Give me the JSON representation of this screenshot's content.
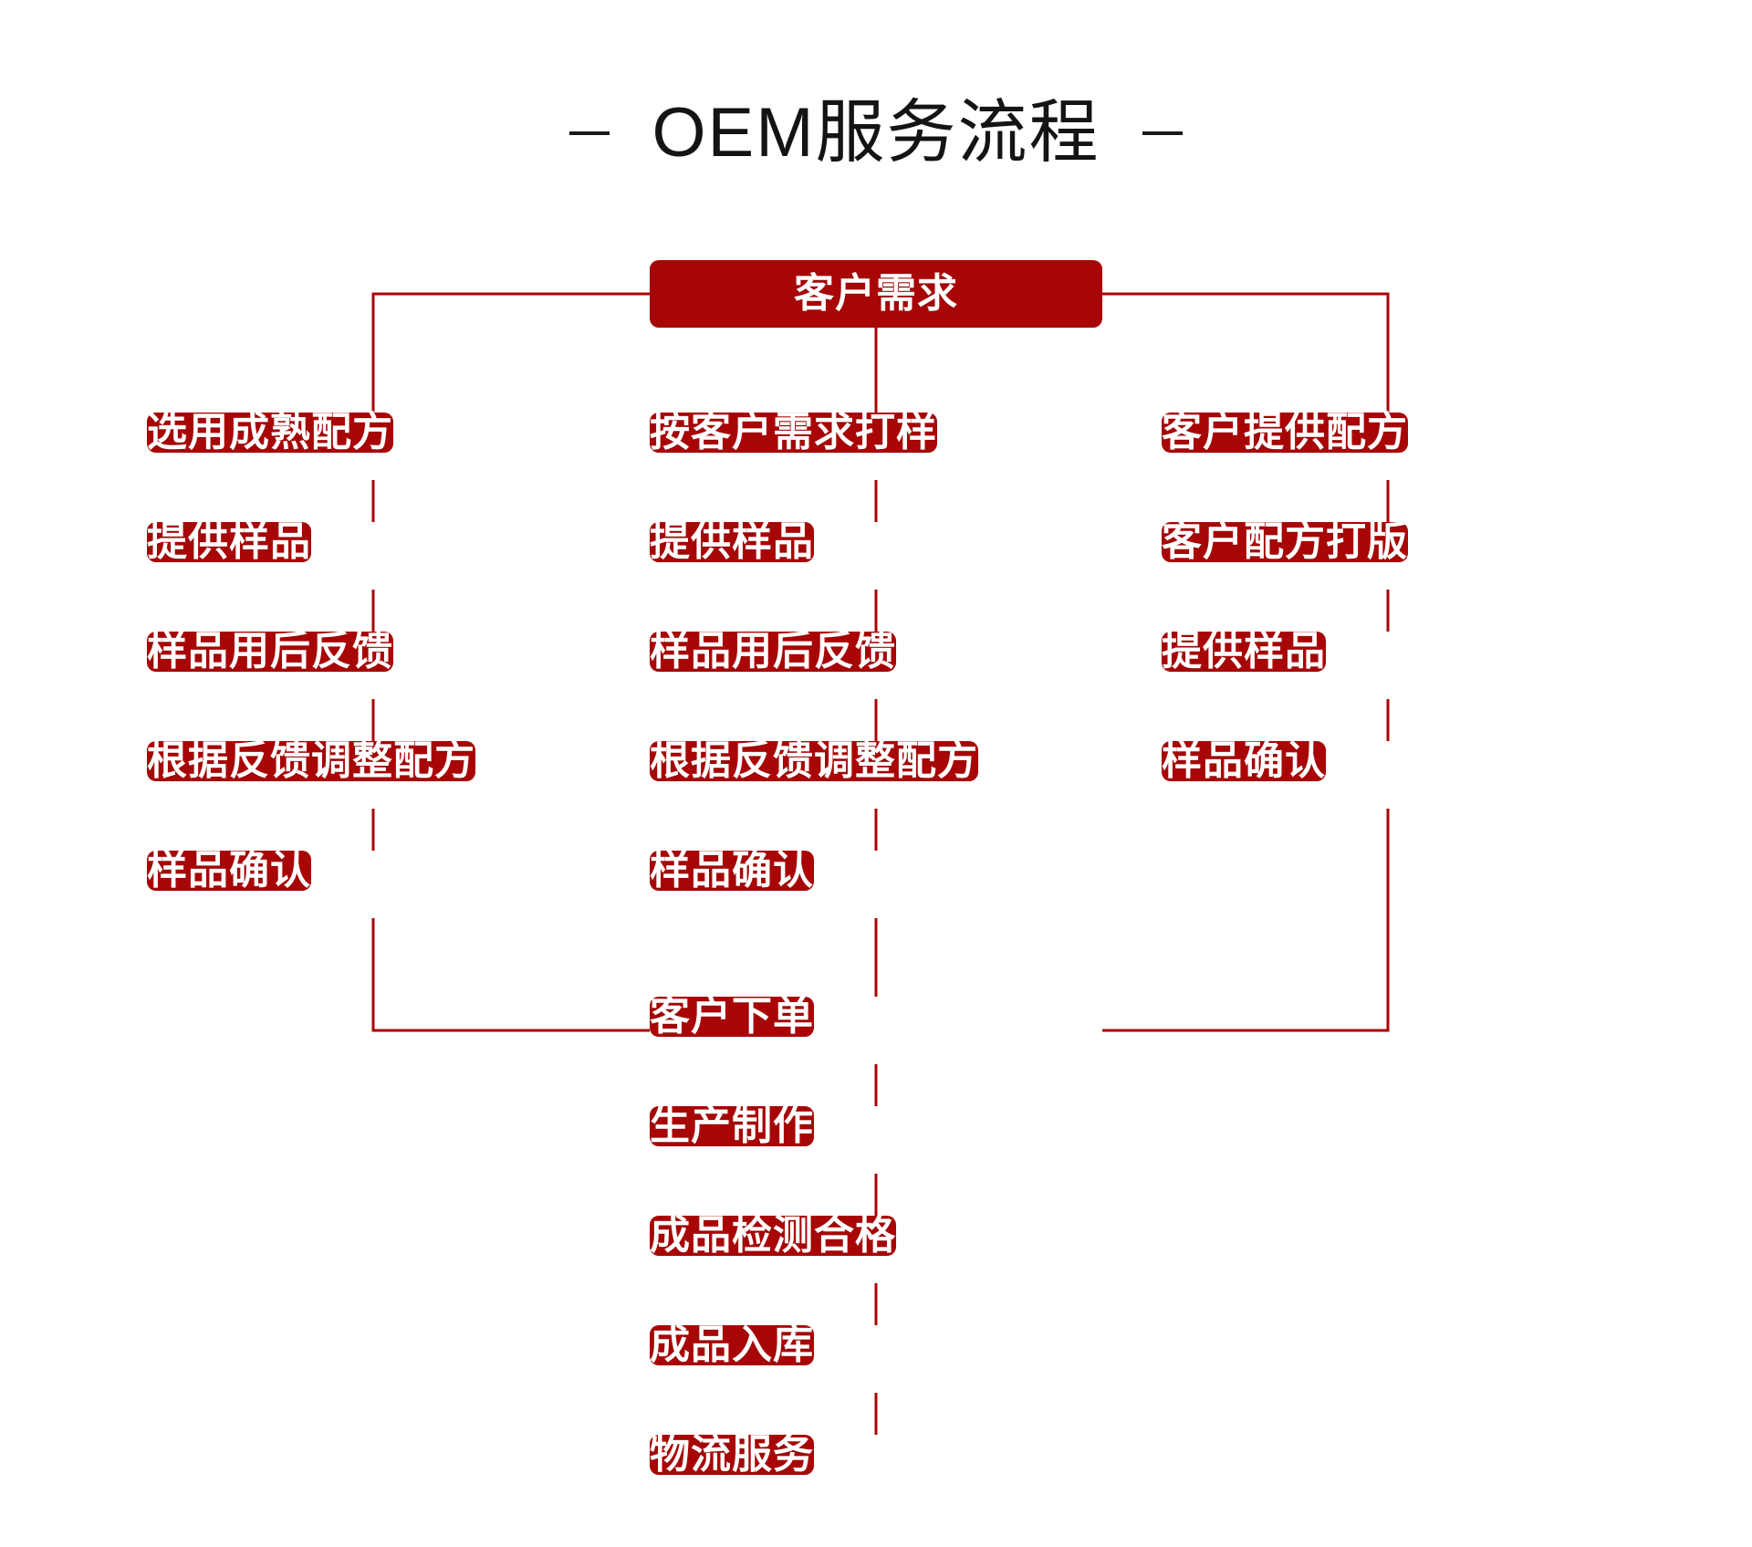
{
  "header": {
    "title": "OEM服务流程",
    "left_dash": "—",
    "right_dash": "—"
  },
  "theme": {
    "box_color": "#a80606",
    "line_color": "#a80606",
    "text_color": "#ffffff",
    "title_color": "#141414",
    "background": "#ffffff"
  },
  "chart_data": {
    "type": "flowchart",
    "title": "OEM服务流程",
    "orientation": "top-down",
    "nodes": [
      {
        "id": "start",
        "label": "客户需求",
        "column": "center",
        "row": 0
      },
      {
        "id": "l1",
        "label": "选用成熟配方",
        "column": "left",
        "row": 1
      },
      {
        "id": "c1",
        "label": "按客户需求打样",
        "column": "center",
        "row": 1
      },
      {
        "id": "r1",
        "label": "客户提供配方",
        "column": "right",
        "row": 1
      },
      {
        "id": "l2",
        "label": "提供样品",
        "column": "left",
        "row": 2
      },
      {
        "id": "c2",
        "label": "提供样品",
        "column": "center",
        "row": 2
      },
      {
        "id": "r2",
        "label": "客户配方打版",
        "column": "right",
        "row": 2
      },
      {
        "id": "l3",
        "label": "样品用后反馈",
        "column": "left",
        "row": 3
      },
      {
        "id": "c3",
        "label": "样品用后反馈",
        "column": "center",
        "row": 3
      },
      {
        "id": "r3",
        "label": "提供样品",
        "column": "right",
        "row": 3
      },
      {
        "id": "l4",
        "label": "根据反馈调整配方",
        "column": "left",
        "row": 4
      },
      {
        "id": "c4",
        "label": "根据反馈调整配方",
        "column": "center",
        "row": 4
      },
      {
        "id": "r4",
        "label": "样品确认",
        "column": "right",
        "row": 4
      },
      {
        "id": "l5",
        "label": "样品确认",
        "column": "left",
        "row": 5
      },
      {
        "id": "c5",
        "label": "样品确认",
        "column": "center",
        "row": 5
      },
      {
        "id": "order",
        "label": "客户下单",
        "column": "center",
        "row": 6
      },
      {
        "id": "produce",
        "label": "生产制作",
        "column": "center",
        "row": 7
      },
      {
        "id": "qc",
        "label": "成品检测合格",
        "column": "center",
        "row": 8
      },
      {
        "id": "stock",
        "label": "成品入库",
        "column": "center",
        "row": 9
      },
      {
        "id": "ship",
        "label": "物流服务",
        "column": "center",
        "row": 10
      }
    ],
    "edges": [
      {
        "from": "start",
        "to": "l1"
      },
      {
        "from": "start",
        "to": "c1"
      },
      {
        "from": "start",
        "to": "r1"
      },
      {
        "from": "l1",
        "to": "l2"
      },
      {
        "from": "l2",
        "to": "l3"
      },
      {
        "from": "l3",
        "to": "l4"
      },
      {
        "from": "l4",
        "to": "l5"
      },
      {
        "from": "c1",
        "to": "c2"
      },
      {
        "from": "c2",
        "to": "c3"
      },
      {
        "from": "c3",
        "to": "c4"
      },
      {
        "from": "c4",
        "to": "c5"
      },
      {
        "from": "r1",
        "to": "r2"
      },
      {
        "from": "r2",
        "to": "r3"
      },
      {
        "from": "r3",
        "to": "r4"
      },
      {
        "from": "l5",
        "to": "order"
      },
      {
        "from": "c5",
        "to": "order"
      },
      {
        "from": "r4",
        "to": "order"
      },
      {
        "from": "order",
        "to": "produce"
      },
      {
        "from": "produce",
        "to": "qc"
      },
      {
        "from": "qc",
        "to": "stock"
      },
      {
        "from": "stock",
        "to": "ship"
      }
    ],
    "branches": {
      "left": [
        "选用成熟配方",
        "提供样品",
        "样品用后反馈",
        "根据反馈调整配方",
        "样品确认"
      ],
      "center": [
        "按客户需求打样",
        "提供样品",
        "样品用后反馈",
        "根据反馈调整配方",
        "样品确认"
      ],
      "right": [
        "客户提供配方",
        "客户配方打版",
        "提供样品",
        "样品确认"
      ],
      "tail": [
        "客户下单",
        "生产制作",
        "成品检测合格",
        "成品入库",
        "物流服务"
      ]
    }
  }
}
